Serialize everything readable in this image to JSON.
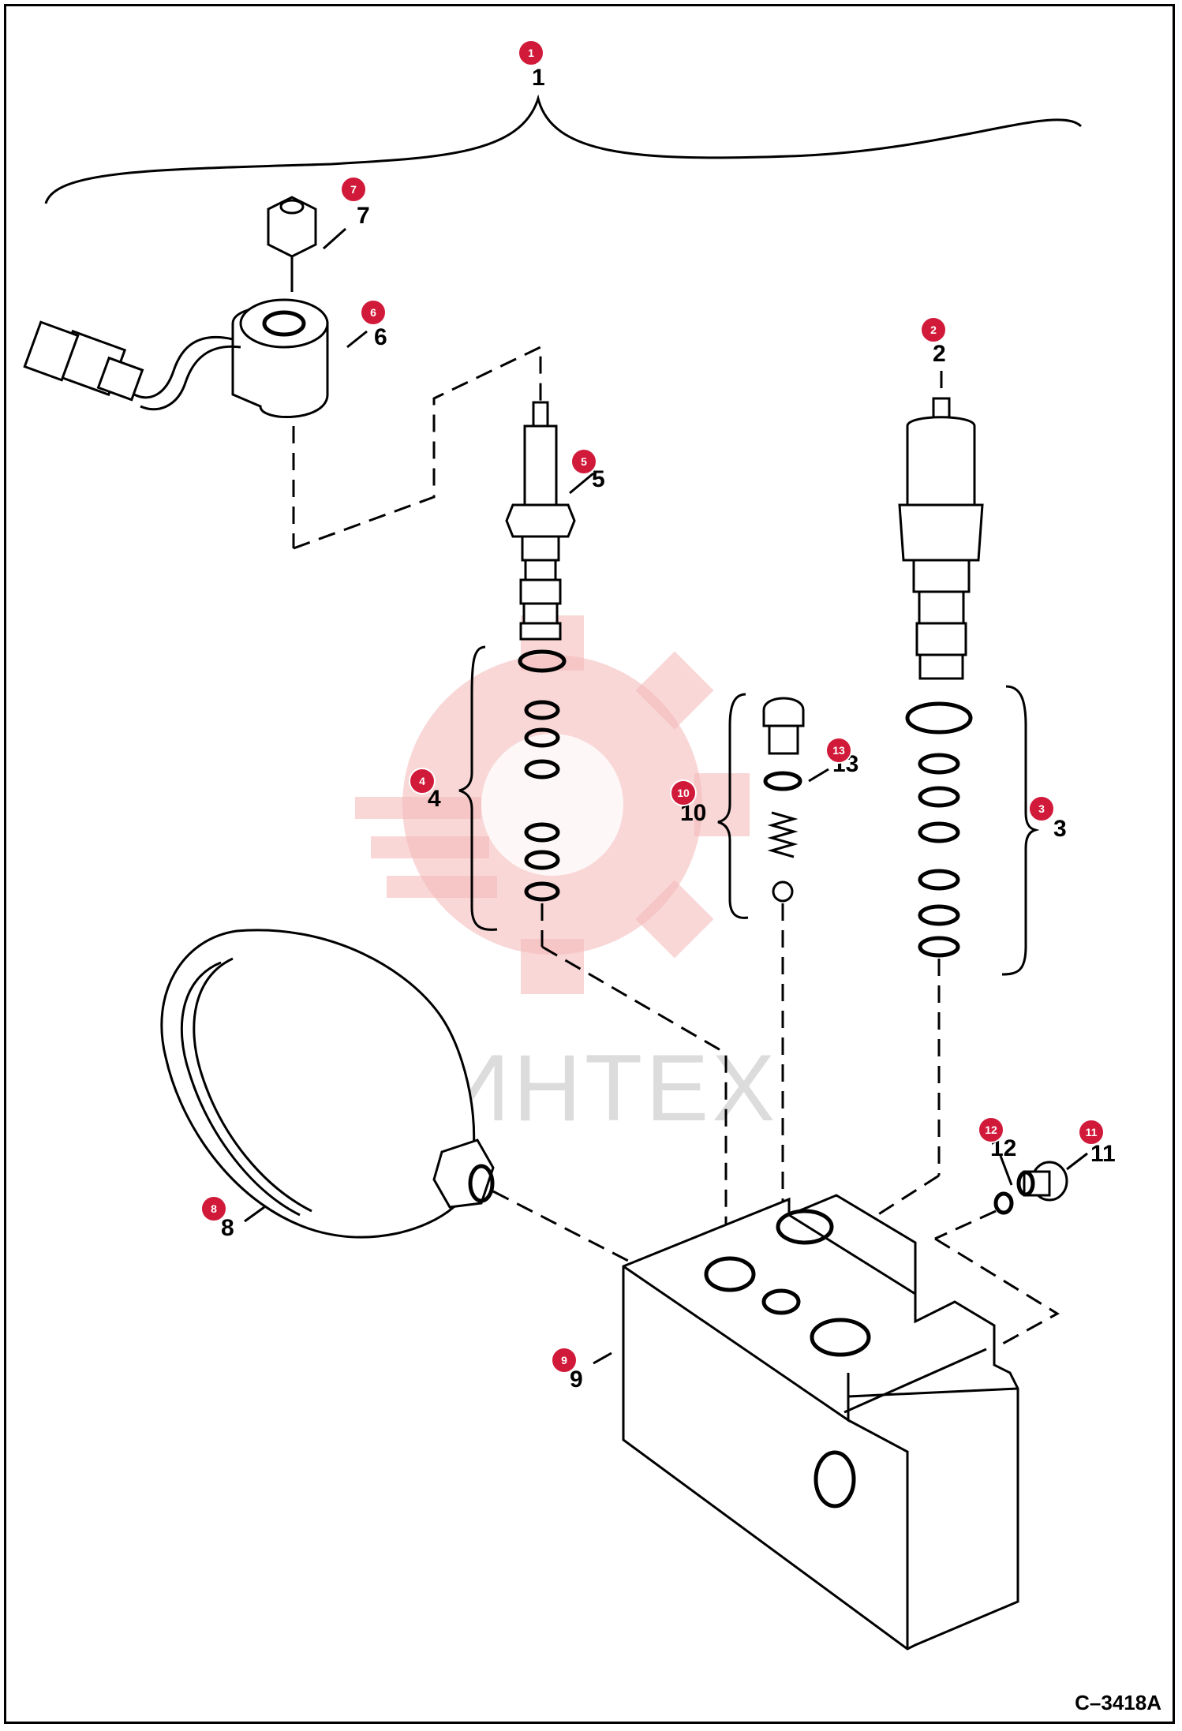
{
  "diagram": {
    "drawing_code": "C–3418A",
    "watermark": "ИНТЕХ",
    "colors": {
      "callout": "#d11a3a",
      "watermark_gear": "#f4b6b6",
      "watermark_text": "#bfbfbf",
      "line": "#000000"
    },
    "callouts": [
      {
        "id": "1",
        "plain": "1"
      },
      {
        "id": "2",
        "plain": "2"
      },
      {
        "id": "3",
        "plain": "3"
      },
      {
        "id": "4",
        "plain": "4"
      },
      {
        "id": "5",
        "plain": "5"
      },
      {
        "id": "6",
        "plain": "6"
      },
      {
        "id": "7",
        "plain": "7"
      },
      {
        "id": "8",
        "plain": "8"
      },
      {
        "id": "9",
        "plain": "9"
      },
      {
        "id": "10",
        "plain": "10"
      },
      {
        "id": "11",
        "plain": "11"
      },
      {
        "id": "12",
        "plain": "12"
      },
      {
        "id": "13",
        "plain": "13"
      }
    ]
  }
}
